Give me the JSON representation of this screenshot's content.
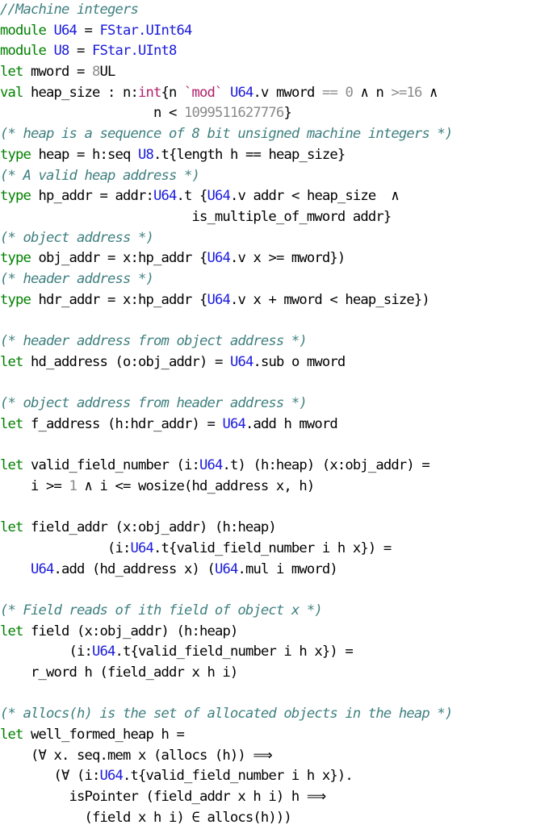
{
  "document": {
    "language": "F*",
    "lines": [
      [
        {
          "t": "//Machine integers",
          "c": "c"
        }
      ],
      [
        {
          "t": "module ",
          "c": "kw"
        },
        {
          "t": "U64",
          "c": "m"
        },
        {
          "t": " = "
        },
        {
          "t": "FStar.UInt64",
          "c": "m"
        }
      ],
      [
        {
          "t": "module ",
          "c": "kw"
        },
        {
          "t": "U8",
          "c": "m"
        },
        {
          "t": " = "
        },
        {
          "t": "FStar.UInt8",
          "c": "m"
        }
      ],
      [
        {
          "t": "let ",
          "c": "kw"
        },
        {
          "t": "mword = "
        },
        {
          "t": "8",
          "c": "lt"
        },
        {
          "t": "UL"
        }
      ],
      [
        {
          "t": "val ",
          "c": "kw"
        },
        {
          "t": "heap_size : n:"
        },
        {
          "t": "int",
          "c": "s"
        },
        {
          "t": "{n "
        },
        {
          "t": "`mod`",
          "c": "s"
        },
        {
          "t": " "
        },
        {
          "t": "U64",
          "c": "m"
        },
        {
          "t": ".v mword "
        },
        {
          "t": "== 0",
          "c": "lt"
        },
        {
          "t": " ∧ n "
        },
        {
          "t": ">=16",
          "c": "lt"
        },
        {
          "t": " ∧"
        }
      ],
      [
        {
          "t": "                    n < "
        },
        {
          "t": "1099511627776",
          "c": "lt"
        },
        {
          "t": "}"
        }
      ],
      [
        {
          "t": "(* heap is a sequence of 8 bit unsigned machine integers *)",
          "c": "c"
        }
      ],
      [
        {
          "t": "type ",
          "c": "kw"
        },
        {
          "t": "heap = h:seq "
        },
        {
          "t": "U8",
          "c": "m"
        },
        {
          "t": ".t{length h == heap_size}"
        }
      ],
      [
        {
          "t": "(* A valid heap address *)",
          "c": "c"
        }
      ],
      [
        {
          "t": "type ",
          "c": "kw"
        },
        {
          "t": "hp_addr = addr:"
        },
        {
          "t": "U64",
          "c": "m"
        },
        {
          "t": ".t {"
        },
        {
          "t": "U64",
          "c": "m"
        },
        {
          "t": ".v addr < heap_size  ∧"
        }
      ],
      [
        {
          "t": "                         is_multiple_of_mword addr}"
        }
      ],
      [
        {
          "t": "(* object address *)",
          "c": "c"
        }
      ],
      [
        {
          "t": "type ",
          "c": "kw"
        },
        {
          "t": "obj_addr = x:hp_addr {"
        },
        {
          "t": "U64",
          "c": "m"
        },
        {
          "t": ".v x >= mword})"
        }
      ],
      [
        {
          "t": "(* header address *)",
          "c": "c"
        }
      ],
      [
        {
          "t": "type ",
          "c": "kw"
        },
        {
          "t": "hdr_addr = x:hp_addr {"
        },
        {
          "t": "U64",
          "c": "m"
        },
        {
          "t": ".v x + mword < heap_size})"
        }
      ],
      [],
      [
        {
          "t": "(* header address from object address *)",
          "c": "c"
        }
      ],
      [
        {
          "t": "let ",
          "c": "kw"
        },
        {
          "t": "hd_address (o:obj_addr) = "
        },
        {
          "t": "U64",
          "c": "m"
        },
        {
          "t": ".sub o mword"
        }
      ],
      [],
      [
        {
          "t": "(* object address from header address *)",
          "c": "c"
        }
      ],
      [
        {
          "t": "let ",
          "c": "kw"
        },
        {
          "t": "f_address (h:hdr_addr) = "
        },
        {
          "t": "U64",
          "c": "m"
        },
        {
          "t": ".add h mword"
        }
      ],
      [],
      [
        {
          "t": "let ",
          "c": "kw"
        },
        {
          "t": "valid_field_number (i:"
        },
        {
          "t": "U64",
          "c": "m"
        },
        {
          "t": ".t) (h:heap) (x:obj_addr) ="
        }
      ],
      [
        {
          "t": "    i >= "
        },
        {
          "t": "1",
          "c": "lt"
        },
        {
          "t": " ∧ i <= wosize(hd_address x, h)"
        }
      ],
      [],
      [
        {
          "t": "let ",
          "c": "kw"
        },
        {
          "t": "field_addr (x:obj_addr) (h:heap)"
        }
      ],
      [
        {
          "t": "              (i:"
        },
        {
          "t": "U64",
          "c": "m"
        },
        {
          "t": ".t{valid_field_number i h x}) ="
        }
      ],
      [
        {
          "t": "    "
        },
        {
          "t": "U64",
          "c": "m"
        },
        {
          "t": ".add (hd_address x) ("
        },
        {
          "t": "U64",
          "c": "m"
        },
        {
          "t": ".mul i mword)"
        }
      ],
      [],
      [
        {
          "t": "(* Field reads of ith field of object x *)",
          "c": "c"
        }
      ],
      [
        {
          "t": "let ",
          "c": "kw"
        },
        {
          "t": "field (x:obj_addr) (h:heap)"
        }
      ],
      [
        {
          "t": "         (i:"
        },
        {
          "t": "U64",
          "c": "m"
        },
        {
          "t": ".t{valid_field_number i h x}) ="
        }
      ],
      [
        {
          "t": "    r_word h (field_addr x h i)"
        }
      ],
      [],
      [
        {
          "t": "(* allocs(h) is the set of allocated objects in the heap *)",
          "c": "c"
        }
      ],
      [
        {
          "t": "let ",
          "c": "kw"
        },
        {
          "t": "well_formed_heap h ="
        }
      ],
      [
        {
          "t": "    (∀ x. seq.mem x (allocs (h)) ⟹"
        }
      ],
      [
        {
          "t": "       (∀ (i:"
        },
        {
          "t": "U64",
          "c": "m"
        },
        {
          "t": ".t{valid_field_number i h x})."
        }
      ],
      [
        {
          "t": "         isPointer (field_addr x h i) h ⟹"
        }
      ],
      [
        {
          "t": "           (field x h i) ∈ allocs(h)))"
        }
      ]
    ]
  }
}
